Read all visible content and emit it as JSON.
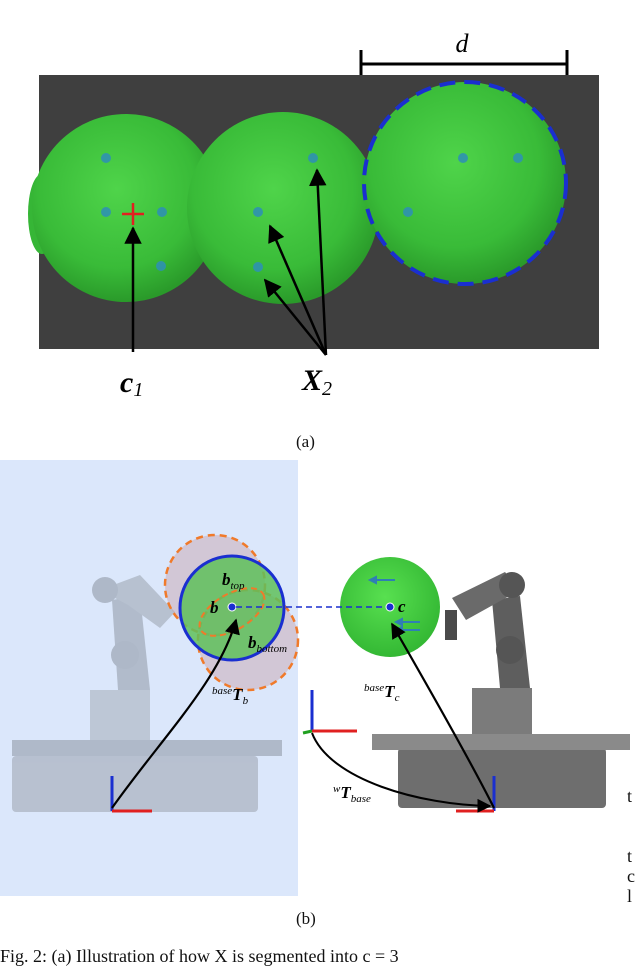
{
  "panel_a": {
    "label_d": "d",
    "label_c1": "c",
    "label_c1_sub": "1",
    "label_x2": "X",
    "label_x2_sub": "2",
    "caption": "(a)"
  },
  "panel_b": {
    "label_b": "b",
    "label_btop": "b",
    "label_btop_sub": "top",
    "label_bbottom": "b",
    "label_bbottom_sub": "bottom",
    "label_c": "c",
    "label_baseTb_sup": "base",
    "label_baseTb": "T",
    "label_baseTb_sub": "b",
    "label_baseTc_sup": "base",
    "label_baseTc": "T",
    "label_baseTc_sub": "c",
    "label_wTbase_sup": "w",
    "label_wTbase": "T",
    "label_wTbase_sub": "base",
    "caption": "(b)"
  },
  "figure_caption": "Fig. 2: (a) Illustration of how X is segmented into c = 3",
  "edge_text": {
    "right_1": "t",
    "right_2": "t",
    "right_3": "c",
    "right_4": "l"
  },
  "colors": {
    "sphere_green": "#3cc43c",
    "dark_bg": "#3e3e3e",
    "blue_dash": "#1a2fd0",
    "orange_dash": "#f07a2a",
    "light_blue_bg": "#dce8fb"
  }
}
